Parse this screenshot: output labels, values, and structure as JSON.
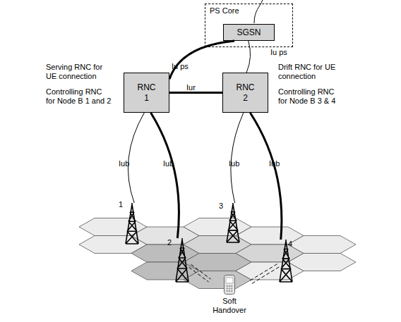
{
  "diagram": {
    "nodes": [
      {
        "text": [
          "PS Core"
        ]
      },
      {
        "text": [
          "SGSN"
        ],
        "in": 0
      },
      {
        "text": [
          "RNC 1"
        ]
      },
      {
        "text": [
          "RNC 2"
        ]
      },
      {
        "text": [
          "1"
        ]
      },
      {
        "text": [
          "2"
        ]
      },
      {
        "text": [
          "3"
        ]
      },
      {
        "text": [
          "4"
        ]
      },
      {
        "text": [
          "Soft Handover"
        ]
      }
    ],
    "edges": [
      {
        "from": 1,
        "to": 2,
        "label": "Iu ps",
        "arrow": "none"
      },
      {
        "from": 1,
        "to": 3,
        "label": "Iu ps",
        "arrow": "none"
      },
      {
        "from": 2,
        "to": 3,
        "label": "Iur",
        "arrow": "none"
      },
      {
        "from": 2,
        "to": 4,
        "label": "Iub",
        "arrow": "none"
      },
      {
        "from": 2,
        "to": 5,
        "label": "Iub",
        "arrow": "none"
      },
      {
        "from": 3,
        "to": 6,
        "label": "Iub",
        "arrow": "none"
      },
      {
        "from": 3,
        "to": 7,
        "label": "Iub",
        "arrow": "none"
      },
      {
        "from": 5,
        "to": 8,
        "arrow": "none"
      },
      {
        "from": 7,
        "to": 8,
        "arrow": "none"
      }
    ],
    "labels": [
      "Serving RNC for UE connection",
      "Controlling RNC for Node B 1 and 2",
      "Drift RNC for UE connection",
      "Controlling RNC for Node B 3 & 4"
    ]
  }
}
